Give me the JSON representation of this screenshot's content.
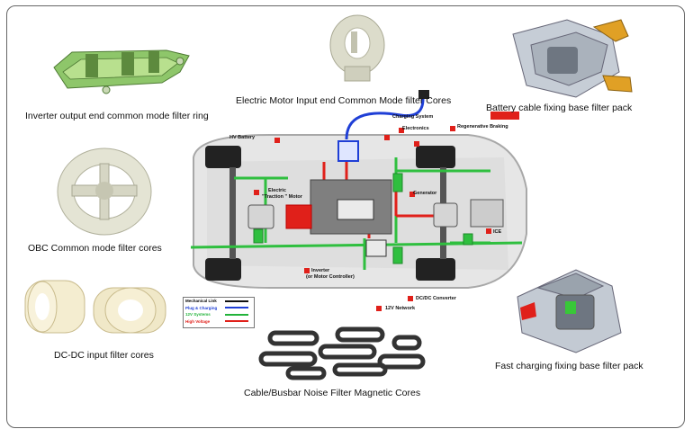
{
  "captions": {
    "inverter_ring": "Inverter output end common mode filter ring",
    "motor_input": "Electric Motor Input end Common Mode filter Cores",
    "battery_cable": "Battery cable fixing base filter pack",
    "obc": "OBC Common mode filter cores",
    "dcdc_input": "DC-DC input filter cores",
    "busbar": "Cable/Busbar Noise Filter Magnetic Cores",
    "fast_charging": "Fast charging fixing base filter pack"
  },
  "car_labels": {
    "hv_battery": "HV Battery",
    "charging_system": "Charging System",
    "electronics": "Electronics",
    "regen_braking": "Regenerative Braking",
    "traction_motor_1": "Electric",
    "traction_motor_2": "\"Traction \" Motor",
    "generator": "Generator",
    "ice": "ICE",
    "inverter_1": "Inverter",
    "inverter_2": "(or Motor Controller)",
    "dcdc_converter": "DC/DC Converter",
    "network_12v": "12V Network"
  },
  "legend": [
    {
      "label": "Mechanical Link",
      "color": "#111111"
    },
    {
      "label": "Plug & Charging",
      "color": "#1f3fd6"
    },
    {
      "label": "12V Systems",
      "color": "#22b33a"
    },
    {
      "label": "High Voltage",
      "color": "#e0201a"
    }
  ],
  "colors": {
    "green": "#2fbf3f",
    "red": "#e0201a",
    "blue": "#1f3fd6",
    "component": "#e8e8d8"
  }
}
